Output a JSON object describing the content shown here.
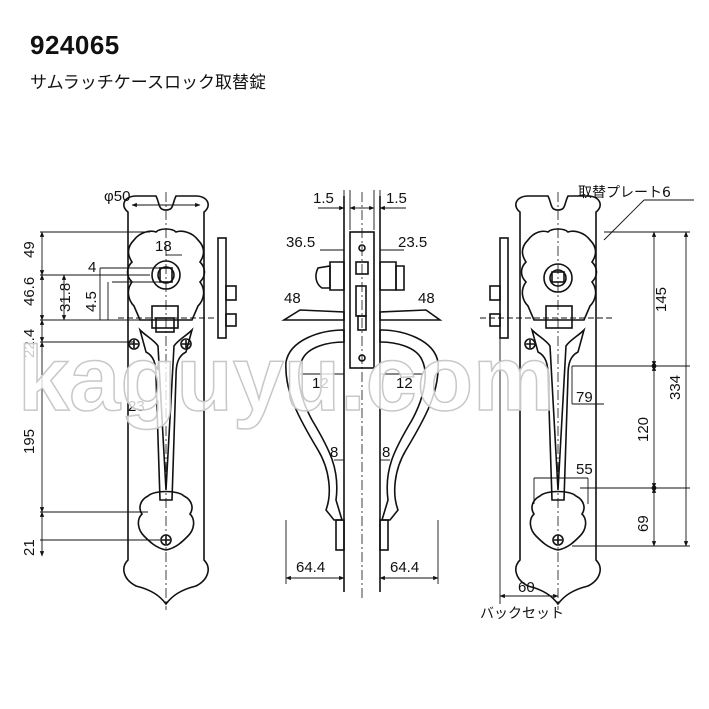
{
  "header": {
    "model": "924065",
    "name": "サムラッチケースロック取替錠"
  },
  "notes": {
    "replacement_plate": "取替プレート6",
    "backset": "バックセット"
  },
  "watermark": "kaguyu.com",
  "dimensions": {
    "phi50": "φ50",
    "d18": "18",
    "d4": "4",
    "d4_5": "4.5",
    "d31_8": "31.8",
    "d49": "49",
    "d46_6": "46.6",
    "d22_4": "22.4",
    "d23": "23",
    "d195": "195",
    "d21": "21",
    "d1_5_left": "1.5",
    "d1_5_right": "1.5",
    "d36_5": "36.5",
    "d23_5": "23.5",
    "d48_left": "48",
    "d48_right": "48",
    "d12_left": "12",
    "d12_right": "12",
    "d8_left": "8",
    "d8_right": "8",
    "d64_4_left": "64.4",
    "d64_4_right": "64.4",
    "d145": "145",
    "d79": "79",
    "d334": "334",
    "d120": "120",
    "d55": "55",
    "d69": "69",
    "d60": "60"
  }
}
